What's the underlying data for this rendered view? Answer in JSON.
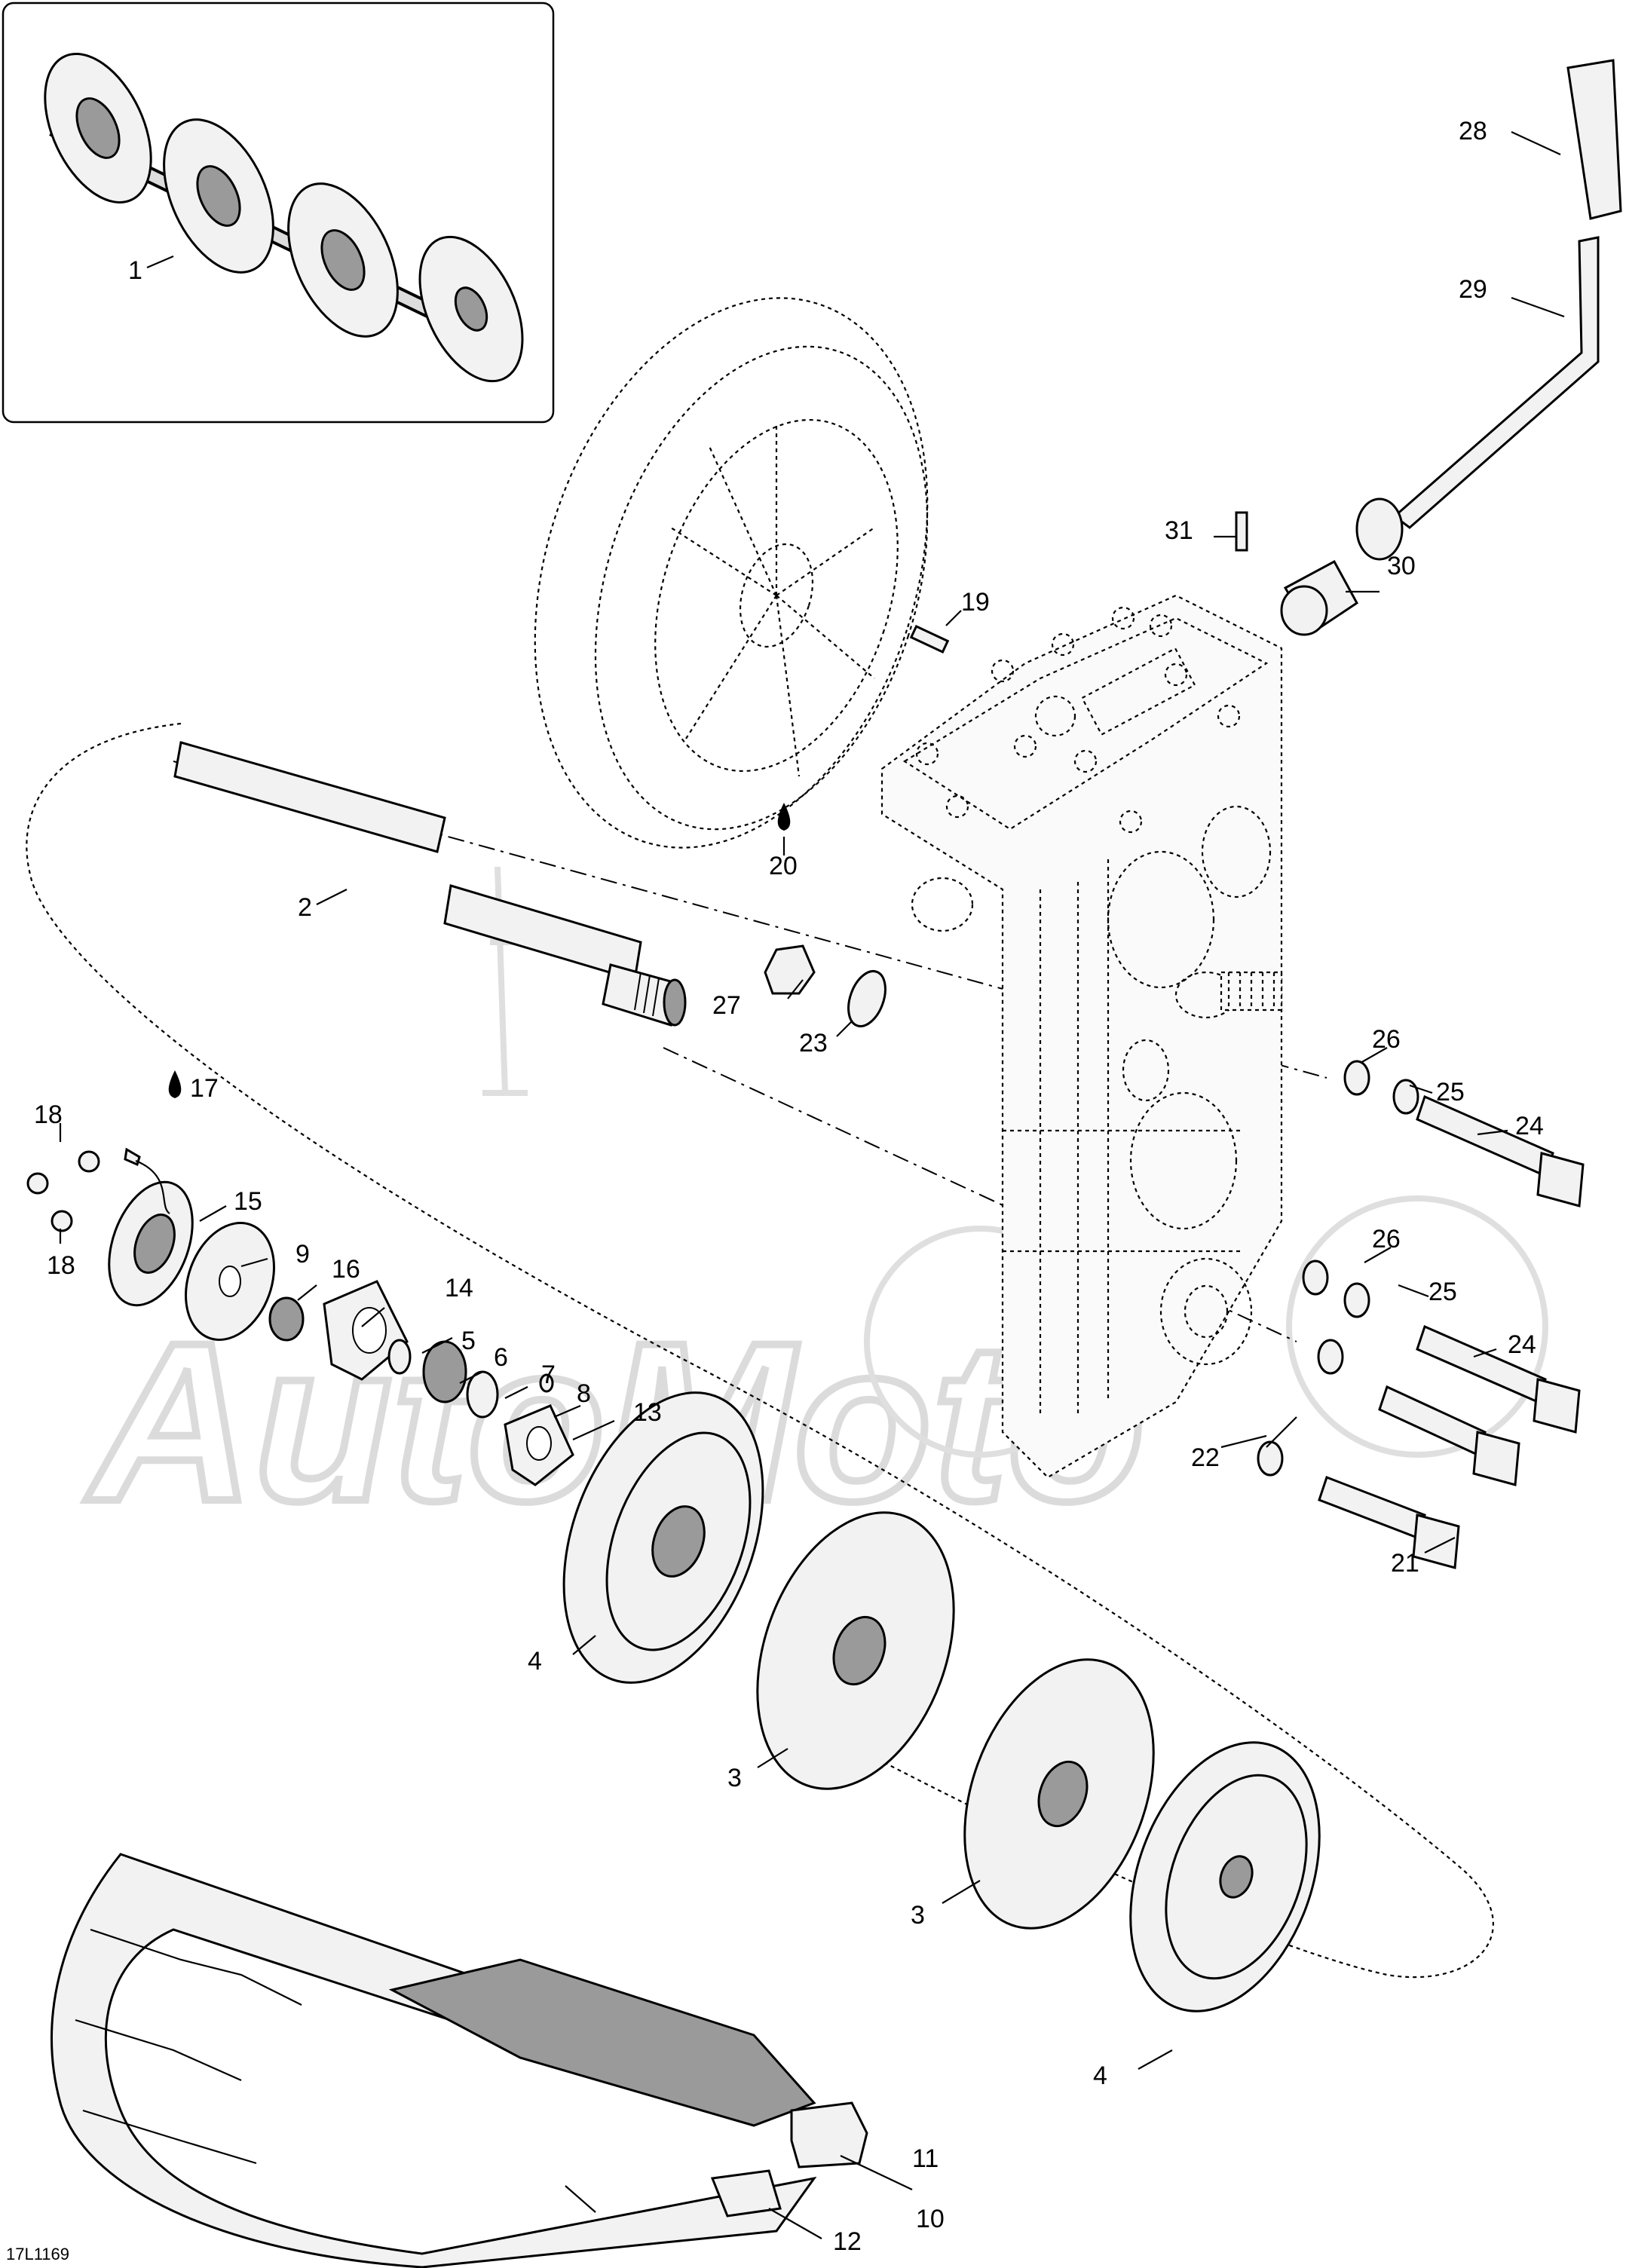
{
  "drawing_ref": "17L1169",
  "watermark": "AutoMoto",
  "callouts": [
    "1",
    "2",
    "3",
    "3",
    "4",
    "4",
    "5",
    "6",
    "7",
    "8",
    "9",
    "10",
    "11",
    "12",
    "13",
    "14",
    "15",
    "16",
    "17",
    "18",
    "18",
    "19",
    "20",
    "21",
    "22",
    "23",
    "24",
    "24",
    "25",
    "25",
    "26",
    "26",
    "27",
    "28",
    "29",
    "30",
    "31"
  ]
}
